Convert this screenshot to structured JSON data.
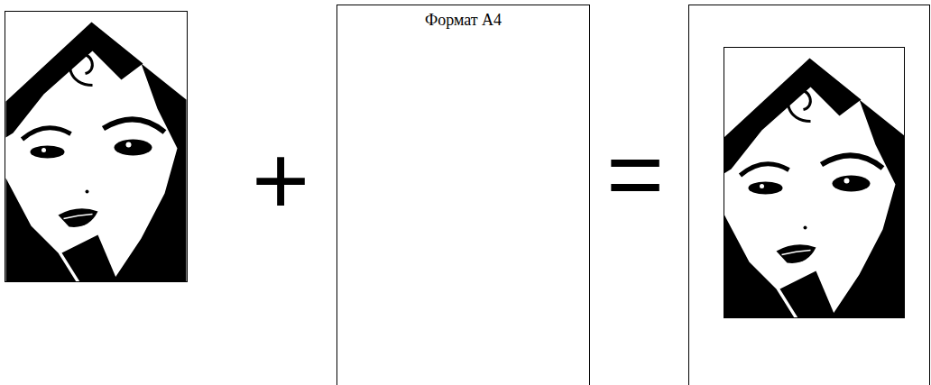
{
  "diagram": {
    "nodes": [
      {
        "text": [
          "Формат А4"
        ]
      }
    ],
    "labels": [
      "+",
      "="
    ]
  }
}
